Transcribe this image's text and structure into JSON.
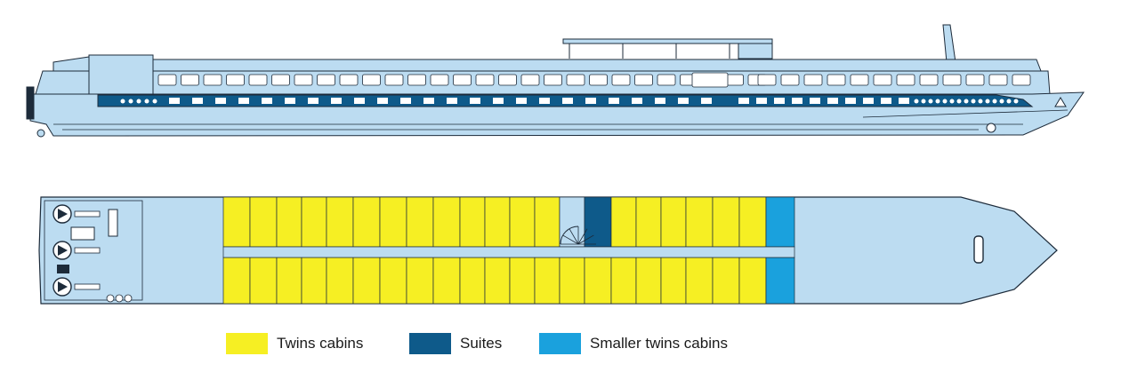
{
  "colors": {
    "hull": "#bcdcf1",
    "outline": "#1d2b3a",
    "band": "#0e5a8a",
    "twins": "#f6ef23",
    "suites": "#0e5a8a",
    "smaller_twins": "#1aa1dd",
    "white": "#ffffff"
  },
  "legend": [
    {
      "key": "twins",
      "label": "Twins cabins"
    },
    {
      "key": "suites",
      "label": "Suites"
    },
    {
      "key": "smaller_twins",
      "label": "Smaller twins cabins"
    }
  ],
  "deck": {
    "top_row": [
      "twins",
      "twins",
      "twins",
      "twins",
      "twins",
      "twins",
      "twins",
      "twins",
      "twins",
      "twins",
      "twins",
      "twins",
      "twins",
      "stair",
      "suites",
      "twins",
      "twins",
      "twins",
      "twins",
      "twins",
      "twins",
      "smaller_twins",
      "smaller_twins"
    ],
    "bottom_row": [
      "twins",
      "twins",
      "twins",
      "twins",
      "twins",
      "twins",
      "twins",
      "twins",
      "twins",
      "twins",
      "twins",
      "twins",
      "twins",
      "twins",
      "twins",
      "twins",
      "twins",
      "twins",
      "twins",
      "twins",
      "twins",
      "smaller_twins",
      "smaller_twins"
    ]
  }
}
